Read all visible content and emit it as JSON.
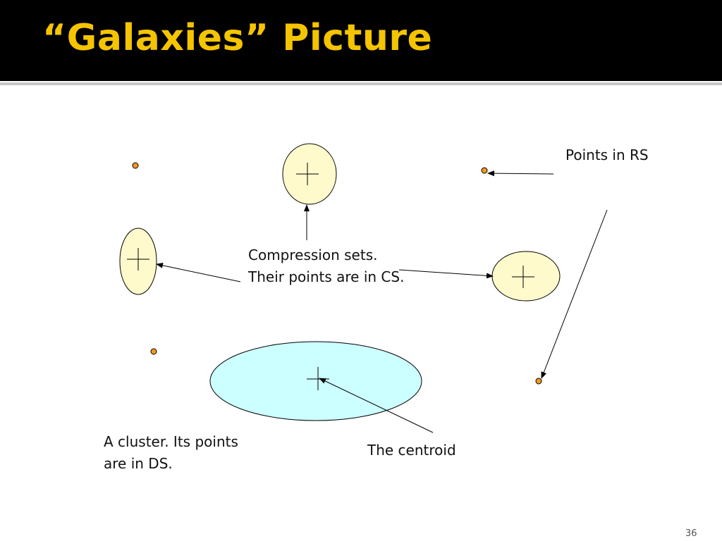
{
  "slide": {
    "title": "“Galaxies” Picture",
    "page_number": "36"
  },
  "labels": {
    "points_in_rs": "Points in RS",
    "compression_line1": "Compression sets.",
    "compression_line2": "Their points are in CS.",
    "cluster_line1": "A cluster.  Its points",
    "cluster_line2": "are in DS.",
    "centroid": "The centroid"
  },
  "colors": {
    "title_background": "#000000",
    "title_text": "#f5c400",
    "compression_set_fill": "#fffacc",
    "cluster_fill": "#ccffff",
    "point_fill": "#f29a1c",
    "stroke": "#000000"
  }
}
